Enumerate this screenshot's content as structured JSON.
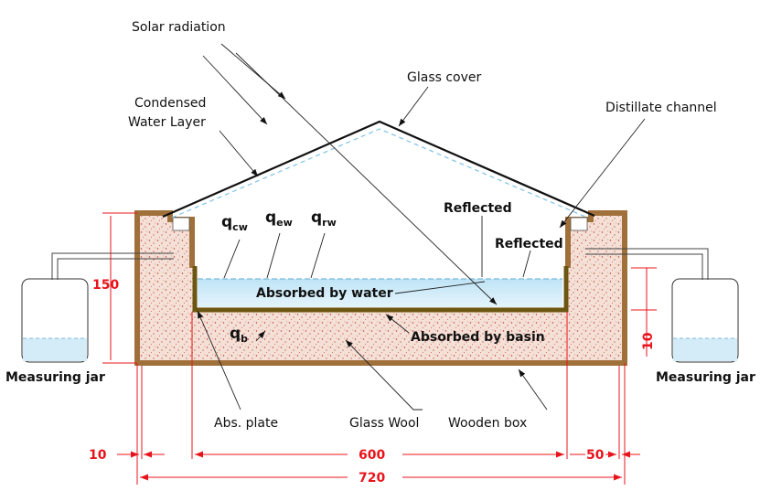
{
  "labels": {
    "solar_radiation": "Solar radiation",
    "glass_cover": "Glass cover",
    "condensed_water_1": "Condensed",
    "condensed_water_2": "Water Layer",
    "distillate_channel": "Distillate channel",
    "reflected_1": "Reflected",
    "reflected_2": "Reflected",
    "absorbed_water": "Absorbed by water",
    "absorbed_basin": "Absorbed by basin",
    "measuring_jar_left": "Measuring jar",
    "measuring_jar_right": "Measuring jar",
    "abs_plate": "Abs. plate",
    "glass_wool": "Glass Wool",
    "wooden_box": "Wooden box"
  },
  "heat_fluxes": {
    "q_cw": {
      "base": "q",
      "sub": "cw"
    },
    "q_ew": {
      "base": "q",
      "sub": "ew"
    },
    "q_rw": {
      "base": "q",
      "sub": "rw"
    },
    "q_b": {
      "base": "q",
      "sub": "b"
    }
  },
  "dimensions": {
    "height": "150",
    "water_depth": "10",
    "wall_left": "10",
    "basin_width": "600",
    "wall_right": "50",
    "total_width": "720"
  },
  "colors": {
    "dimension": "#e8141b",
    "wood": "#a0703a",
    "insulation": "#f3ddd2",
    "water": "#cfe9f7",
    "glass": "#ffffff",
    "outline": "#222222"
  }
}
